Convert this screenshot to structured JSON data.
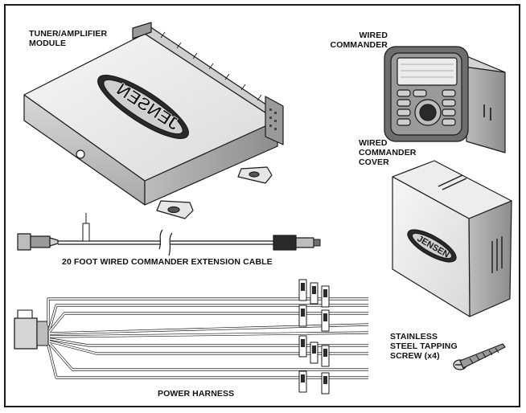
{
  "labels": {
    "tuner_module": [
      "TUNER/AMPLIFIER",
      "MODULE"
    ],
    "wired_commander": [
      "WIRED",
      "COMMANDER"
    ],
    "commander_cover": [
      "WIRED",
      "COMMANDER",
      "COVER"
    ],
    "extension_cable": "20 FOOT WIRED COMMANDER EXTENSION CABLE",
    "power_harness": "POWER HARNESS",
    "tapping_screw": [
      "STAINLESS",
      "STEEL TAPPING",
      "SCREW (x4)"
    ]
  },
  "logo_text": "JENSEN",
  "colors": {
    "line": "#1a1a1a",
    "body_light": "#efefef",
    "body_shade": "#bdbdbd",
    "body_dark": "#8a8a8a",
    "background": "#ffffff"
  }
}
